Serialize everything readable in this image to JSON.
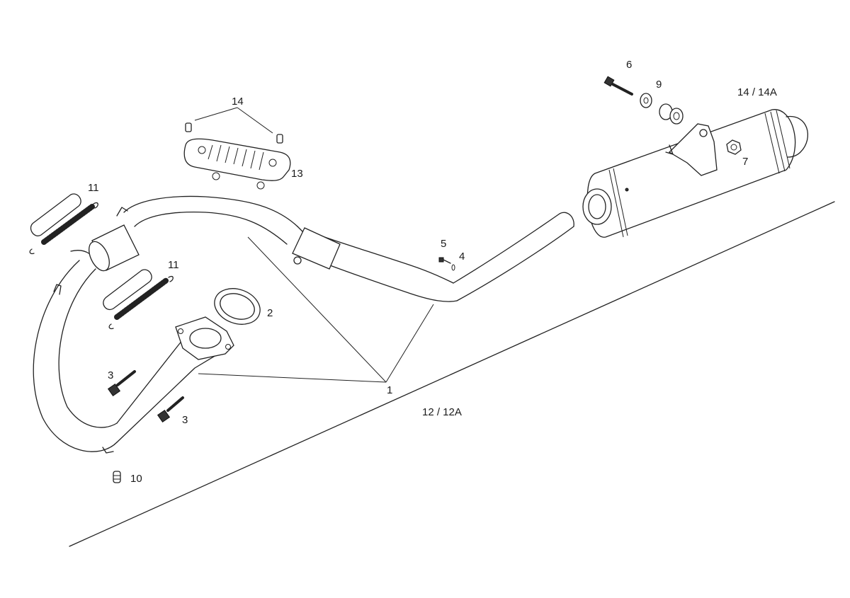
{
  "labels": {
    "p1": "1",
    "p2": "2",
    "p3a": "3",
    "p3b": "3",
    "p4": "4",
    "p5": "5",
    "p6": "6",
    "p7": "7",
    "p9": "9",
    "p10": "10",
    "p11a": "11",
    "p11b": "11",
    "p13": "13",
    "p14": "14",
    "p14_14A": "14 / 14A",
    "p12_12A": "12 / 12A"
  }
}
